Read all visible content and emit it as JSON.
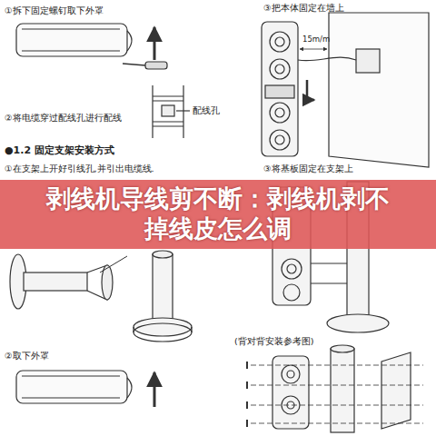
{
  "diagram": {
    "title": "剥线机导线剪不断：剥线机剥不掉线皮怎么调",
    "labels": [
      "①拆下固定螺钉取下外罩",
      "③把本体固定在墙上",
      "15m/m",
      "②将电缆穿过配线孔进行配线",
      "配线孔",
      "●1.2 固定支架安装方式",
      "①在支架上开好引线孔,并引出电缆线.",
      "③将基板固定在支架上",
      "②取下外罩",
      "(背对背安装参考图)"
    ]
  }
}
